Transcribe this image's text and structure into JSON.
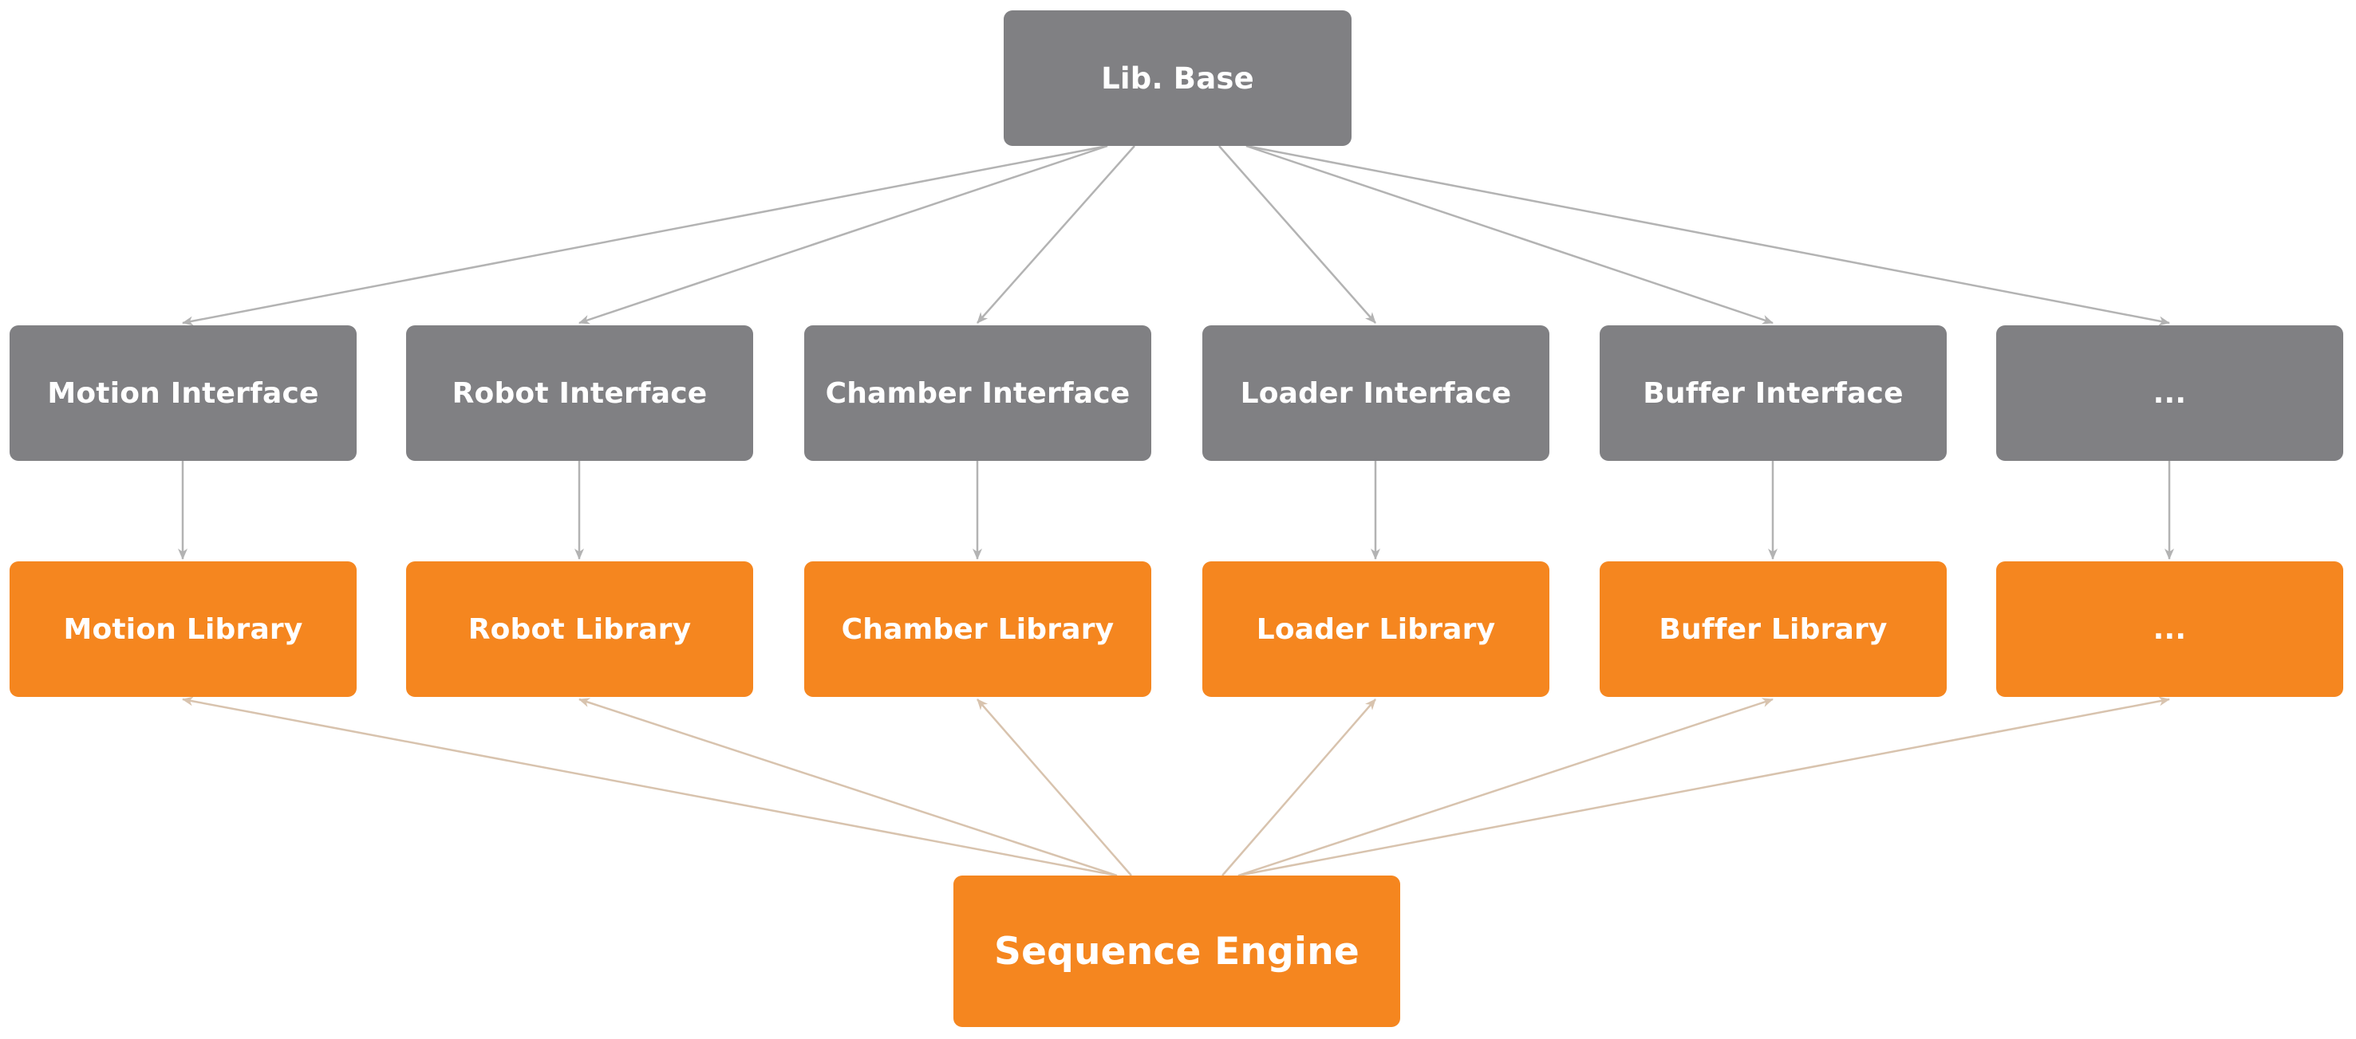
{
  "diagram": {
    "lib_base": {
      "label": "Lib. Base"
    },
    "interfaces": [
      {
        "label": "Motion Interface"
      },
      {
        "label": "Robot Interface"
      },
      {
        "label": "Chamber Interface"
      },
      {
        "label": "Loader Interface"
      },
      {
        "label": "Buffer Interface"
      },
      {
        "label": "..."
      }
    ],
    "libraries": [
      {
        "label": "Motion Library"
      },
      {
        "label": "Robot Library"
      },
      {
        "label": "Chamber Library"
      },
      {
        "label": "Loader Library"
      },
      {
        "label": "Buffer Library"
      },
      {
        "label": "..."
      }
    ],
    "sequence_engine": {
      "label": "Sequence Engine"
    }
  },
  "colors": {
    "gray_node": "#808083",
    "orange_node": "#f5861f",
    "gray_arrow": "#b3b3b3",
    "tan_arrow": "#d8c3ae"
  }
}
